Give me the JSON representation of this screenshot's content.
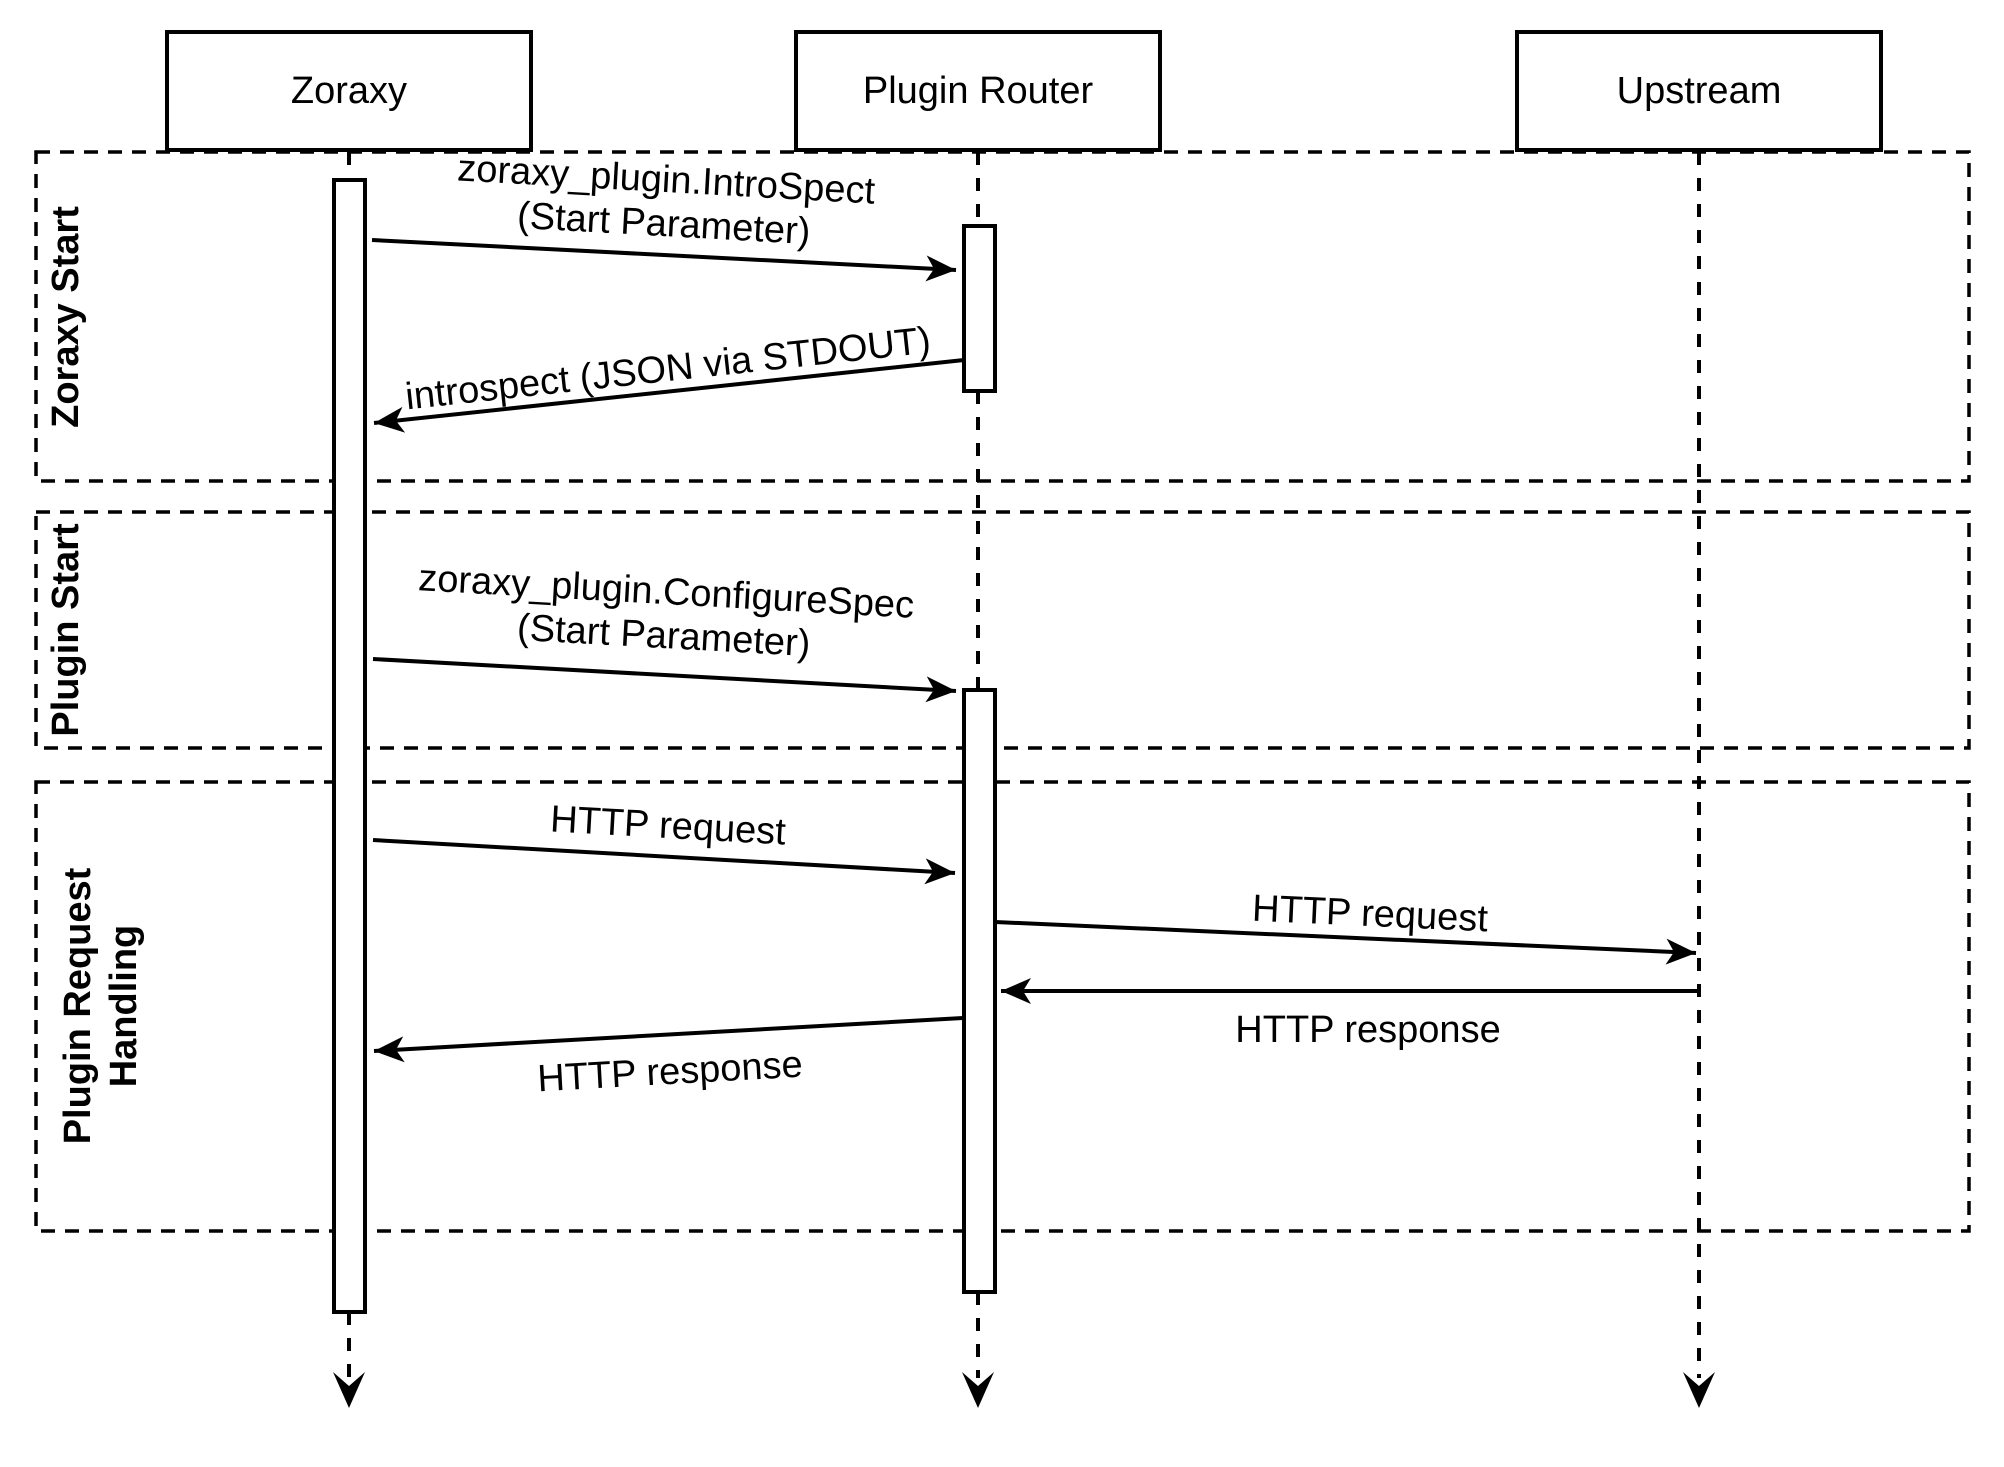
{
  "diagram": {
    "type": "sequence-diagram",
    "colors": {
      "foreground": "#000000",
      "background": "#ffffff"
    },
    "participants": [
      {
        "name": "Zoraxy"
      },
      {
        "name": "Plugin Router"
      },
      {
        "name": "Upstream"
      }
    ],
    "sections": [
      {
        "label": "Zoraxy Start"
      },
      {
        "label": "Plugin Start"
      },
      {
        "label": "Plugin Request Handling",
        "label_line1": "Plugin Request",
        "label_line2": "Handling"
      }
    ],
    "messages": [
      {
        "from": "Zoraxy",
        "to": "Plugin Router",
        "label": "zoraxy_plugin.IntroSpect (Start Parameter)",
        "label_line1": "zoraxy_plugin.IntroSpect",
        "label_line2": "(Start Parameter)"
      },
      {
        "from": "Plugin Router",
        "to": "Zoraxy",
        "label": "introspect (JSON via STDOUT)"
      },
      {
        "from": "Zoraxy",
        "to": "Plugin Router",
        "label": "zoraxy_plugin.ConfigureSpec (Start Parameter)",
        "label_line1": "zoraxy_plugin.ConfigureSpec",
        "label_line2": "(Start Parameter)"
      },
      {
        "from": "Zoraxy",
        "to": "Plugin Router",
        "label": "HTTP request"
      },
      {
        "from": "Plugin Router",
        "to": "Upstream",
        "label": "HTTP request"
      },
      {
        "from": "Upstream",
        "to": "Plugin Router",
        "label": "HTTP response"
      },
      {
        "from": "Plugin Router",
        "to": "Zoraxy",
        "label": "HTTP response"
      }
    ]
  }
}
